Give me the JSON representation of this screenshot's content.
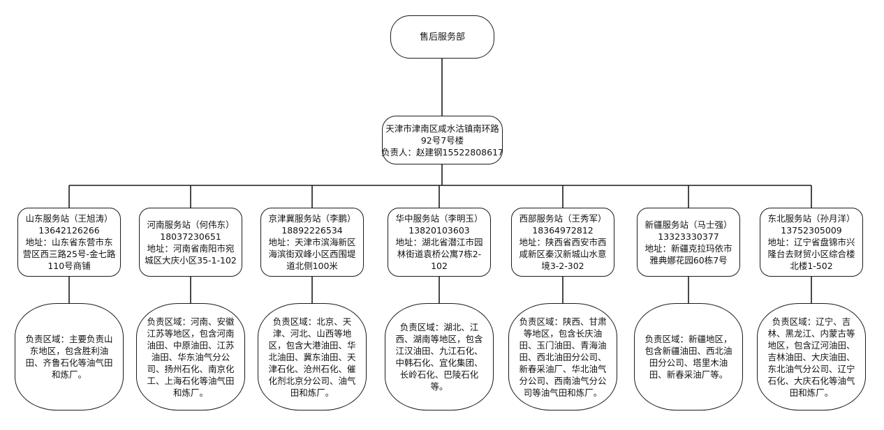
{
  "root": {
    "label": "售后服务部"
  },
  "hq": {
    "lines": [
      "天津市津南区咸水沽镇南环路",
      "92号7号楼",
      "负责人：赵建钢15522808617"
    ]
  },
  "stations": [
    {
      "lines": [
        "山东服务站（王旭涛）",
        "13642126266",
        "地址：山东省东营市东",
        "营区西三路25号-金七路",
        "110号商铺"
      ],
      "region": [
        "负责区域：主要负责山",
        "东地区，包含胜利油",
        "田、齐鲁石化等油气田",
        "和炼厂。"
      ]
    },
    {
      "lines": [
        "河南服务站（何伟东）",
        "18037230651",
        "地址：河南省南阳市宛",
        "城区大庆小区35-1-102"
      ],
      "region": [
        "负责区域：河南、安徽",
        "江苏等地区，包含河南",
        "油田、中原油田、江苏",
        "油田、华东油气分公",
        "司、扬州石化、南京化",
        "工、上海石化等油气田",
        "和炼厂。"
      ]
    },
    {
      "lines": [
        "京津冀服务站（李鹏）",
        "18892226534",
        "地址：天津市滨海新区",
        "海滨街双峰小区西围堤",
        "道北侧100米"
      ],
      "region": [
        "负责区域：北京、天",
        "津、河北、山西等地",
        "区，包含大港油田、华",
        "北油田、冀东油田、天",
        "津石化、沧州石化、催",
        "化剂北京分公司、油气",
        "田和炼厂。"
      ]
    },
    {
      "lines": [
        "华中服务站（李明玉）",
        "13820103603",
        "地址：湖北省潜江市园",
        "林街道袁桥公寓7栋2-",
        "102"
      ],
      "region": [
        "负责区域：湖北、江",
        "西、湖南等地区，包含",
        "江汉油田、九江石化、",
        "中韩石化、宜化集团、",
        "长岭石化、巴陵石化",
        "等。"
      ]
    },
    {
      "lines": [
        "西部服务站（王秀军）",
        "18364972812",
        "地址：陕西省西安市西",
        "咸新区秦汉新城山水意",
        "境3-2-302"
      ],
      "region": [
        "负责区域：陕西、甘肃",
        "等地区，包含长庆油",
        "田、玉门油田、青海油",
        "田、西北油田分公司、",
        "新春采油厂、华北油气",
        "分公司、西南油气分公",
        "司等油气田和炼厂。"
      ]
    },
    {
      "lines": [
        "新疆服务站（马士强）",
        "13323330377",
        "地址：新疆克拉玛依市",
        "雅典娜花园60栋7号"
      ],
      "region": [
        "负责区域：新疆地区，",
        "包含新疆油田、西北油",
        "田分公司、塔里木油",
        "田、新春采油厂等。"
      ]
    },
    {
      "lines": [
        "东北服务站（孙月洋）",
        "13752305009",
        "地址：辽宁省盘锦市兴",
        "隆台去财贸小区综合楼",
        "北楼1-502"
      ],
      "region": [
        "负责区域：辽宁、吉",
        "林、黑龙江、内蒙古等",
        "地区，包含辽河油田、",
        "吉林油田、大庆油田、",
        "东北油气分公司、辽宁",
        "石化、大庆石化等油气",
        "田和炼厂。"
      ]
    }
  ]
}
